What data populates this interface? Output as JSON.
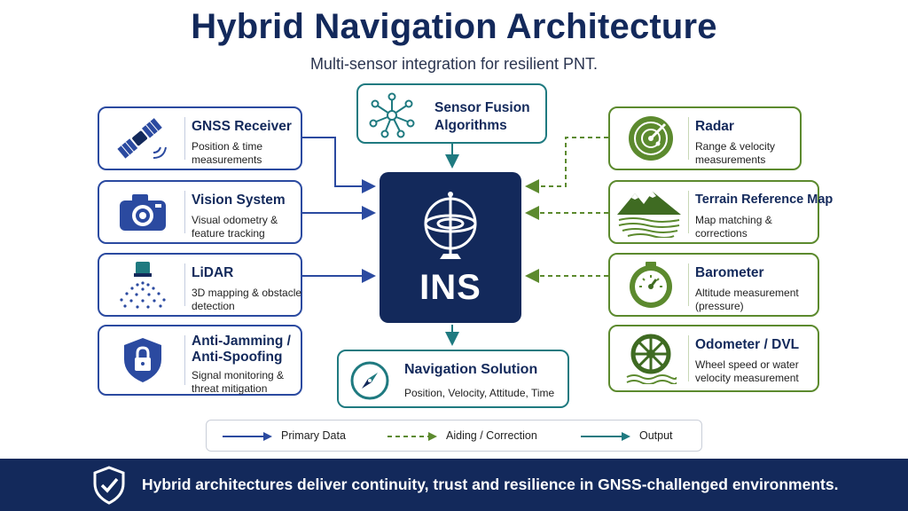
{
  "title": "Hybrid Navigation Architecture",
  "subtitle": "Multi-sensor integration for resilient PNT.",
  "center": {
    "label": "INS"
  },
  "fusion": {
    "title": "Sensor Fusion Algorithms"
  },
  "output": {
    "title": "Navigation Solution",
    "desc": "Position, Velocity, Attitude, Time"
  },
  "left": [
    {
      "title": "GNSS Receiver",
      "desc": "Position & time measurements",
      "icon": "satellite-icon"
    },
    {
      "title": "Vision System",
      "desc": "Visual odometry & feature tracking",
      "icon": "camera-icon"
    },
    {
      "title": "LiDAR",
      "desc": "3D mapping & obstacle detection",
      "icon": "lidar-icon"
    },
    {
      "title": "Anti-Jamming / Anti-Spoofing",
      "desc": "Signal monitoring & threat mitigation",
      "icon": "shield-lock-icon"
    }
  ],
  "right": [
    {
      "title": "Radar",
      "desc": "Range & velocity measurements",
      "icon": "radar-icon"
    },
    {
      "title": "Terrain Reference Map",
      "desc": "Map matching & corrections",
      "icon": "mountain-map-icon"
    },
    {
      "title": "Barometer",
      "desc": "Altitude measurement (pressure)",
      "icon": "gauge-icon"
    },
    {
      "title": "Odometer / DVL",
      "desc": "Wheel speed or water velocity measurement",
      "icon": "wheel-icon"
    }
  ],
  "legend": {
    "primary": "Primary Data",
    "aiding": "Aiding / Correction",
    "output": "Output"
  },
  "footer": {
    "text": "Hybrid architectures deliver continuity, trust and resilience in GNSS-challenged environments.",
    "icon": "shield-check-icon"
  },
  "colors": {
    "navy": "#13295b",
    "blue": "#2b4aa0",
    "green": "#5c8a2e",
    "teal": "#1f7a80"
  }
}
